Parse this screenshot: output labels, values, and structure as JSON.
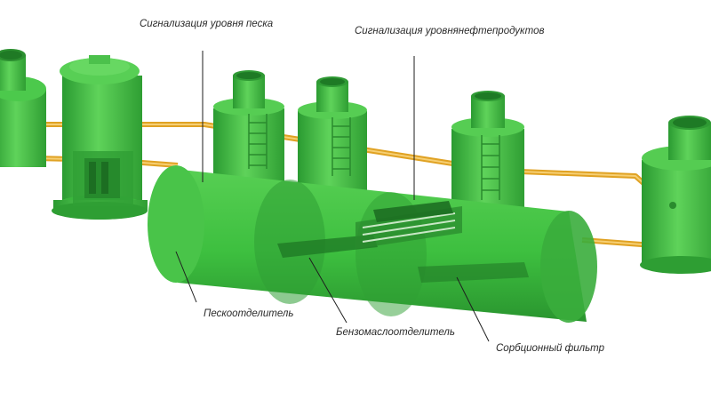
{
  "labels": {
    "sand_level_alarm": "Сигнализация уровня песка",
    "oil_level_alarm": "Сигнализация уровнянефтепродуктов",
    "sand_separator": "Пескоотделитель",
    "oil_separator": "Бензомаслоотделитель",
    "sorption_filter": "Сорбционный фильтр"
  },
  "colors": {
    "tank_green": "#3fc242",
    "tank_dark": "#2a9a31",
    "tank_light": "#77dd6f",
    "pipe": "#e0a223",
    "leader_line": "#1e1e1e"
  }
}
